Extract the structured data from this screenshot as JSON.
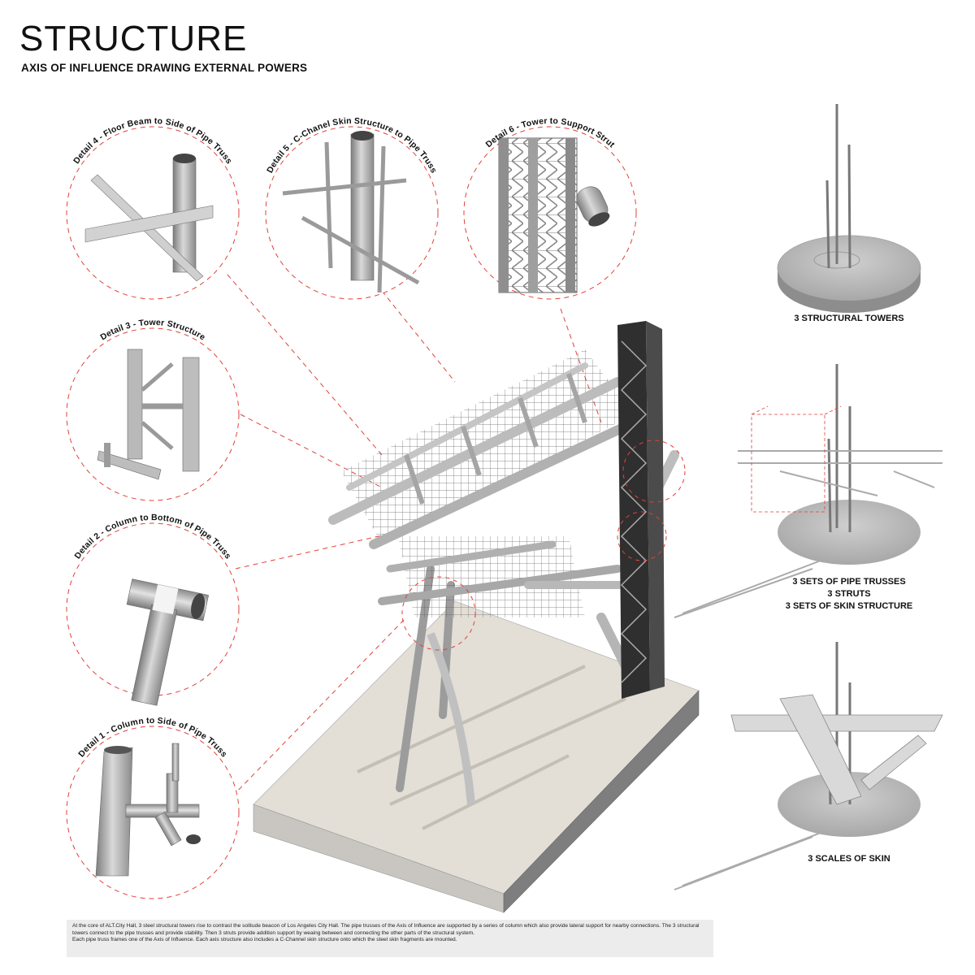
{
  "header": {
    "title": "STRUCTURE",
    "subtitle": "AXIS OF INFLUENCE DRAWING EXTERNAL POWERS"
  },
  "details": [
    {
      "id": "detail-4",
      "label": "Detail 4 - Floor Beam to Side of Pipe Truss"
    },
    {
      "id": "detail-5",
      "label": "Detail 5 - C-Chanel Skin Structure to Pipe Truss"
    },
    {
      "id": "detail-6",
      "label": "Detail 6 - Tower to Support Strut"
    },
    {
      "id": "detail-3",
      "label": "Detail 3 - Tower Structure"
    },
    {
      "id": "detail-2",
      "label": "Detail 2 - Column to Bottom of Pipe Truss"
    },
    {
      "id": "detail-1",
      "label": "Detail 1 - Column to Side of Pipe Truss"
    }
  ],
  "sequence": [
    {
      "caption_lines": [
        "3 STRUCTURAL TOWERS"
      ]
    },
    {
      "caption_lines": [
        "3 SETS OF PIPE TRUSSES",
        "3 STRUTS",
        "3 SETS OF SKIN STRUCTURE"
      ]
    },
    {
      "caption_lines": [
        "3 SCALES OF SKIN"
      ]
    }
  ],
  "description": {
    "paragraph_1": "At the core of ALT.City Hall, 3 steel structural towers rise to contrast the solitude beacon of Los Angeles City Hall. The pipe trusses of the Axis of Influence are supported by a series of column which also provide lateral support for nearby connections. The 3 structural towers connect to the pipe trusses and provide stability. Then 3 struts provide addition support by weaing between and connecting the other parts of the structural system.",
    "paragraph_2": "Each pipe truss frames one of the Axis of Influence. Each axis structure also includes a C-Channel skin structure onto which the steel skin fragments are mounted."
  },
  "colors": {
    "dashed_circle": "#e0413a",
    "steel": "#a9a9a9",
    "steel_dark": "#6f6f6f",
    "tower": "#3a3a3a",
    "plinth": "#d8d4cc",
    "text_bg": "#ececec"
  }
}
